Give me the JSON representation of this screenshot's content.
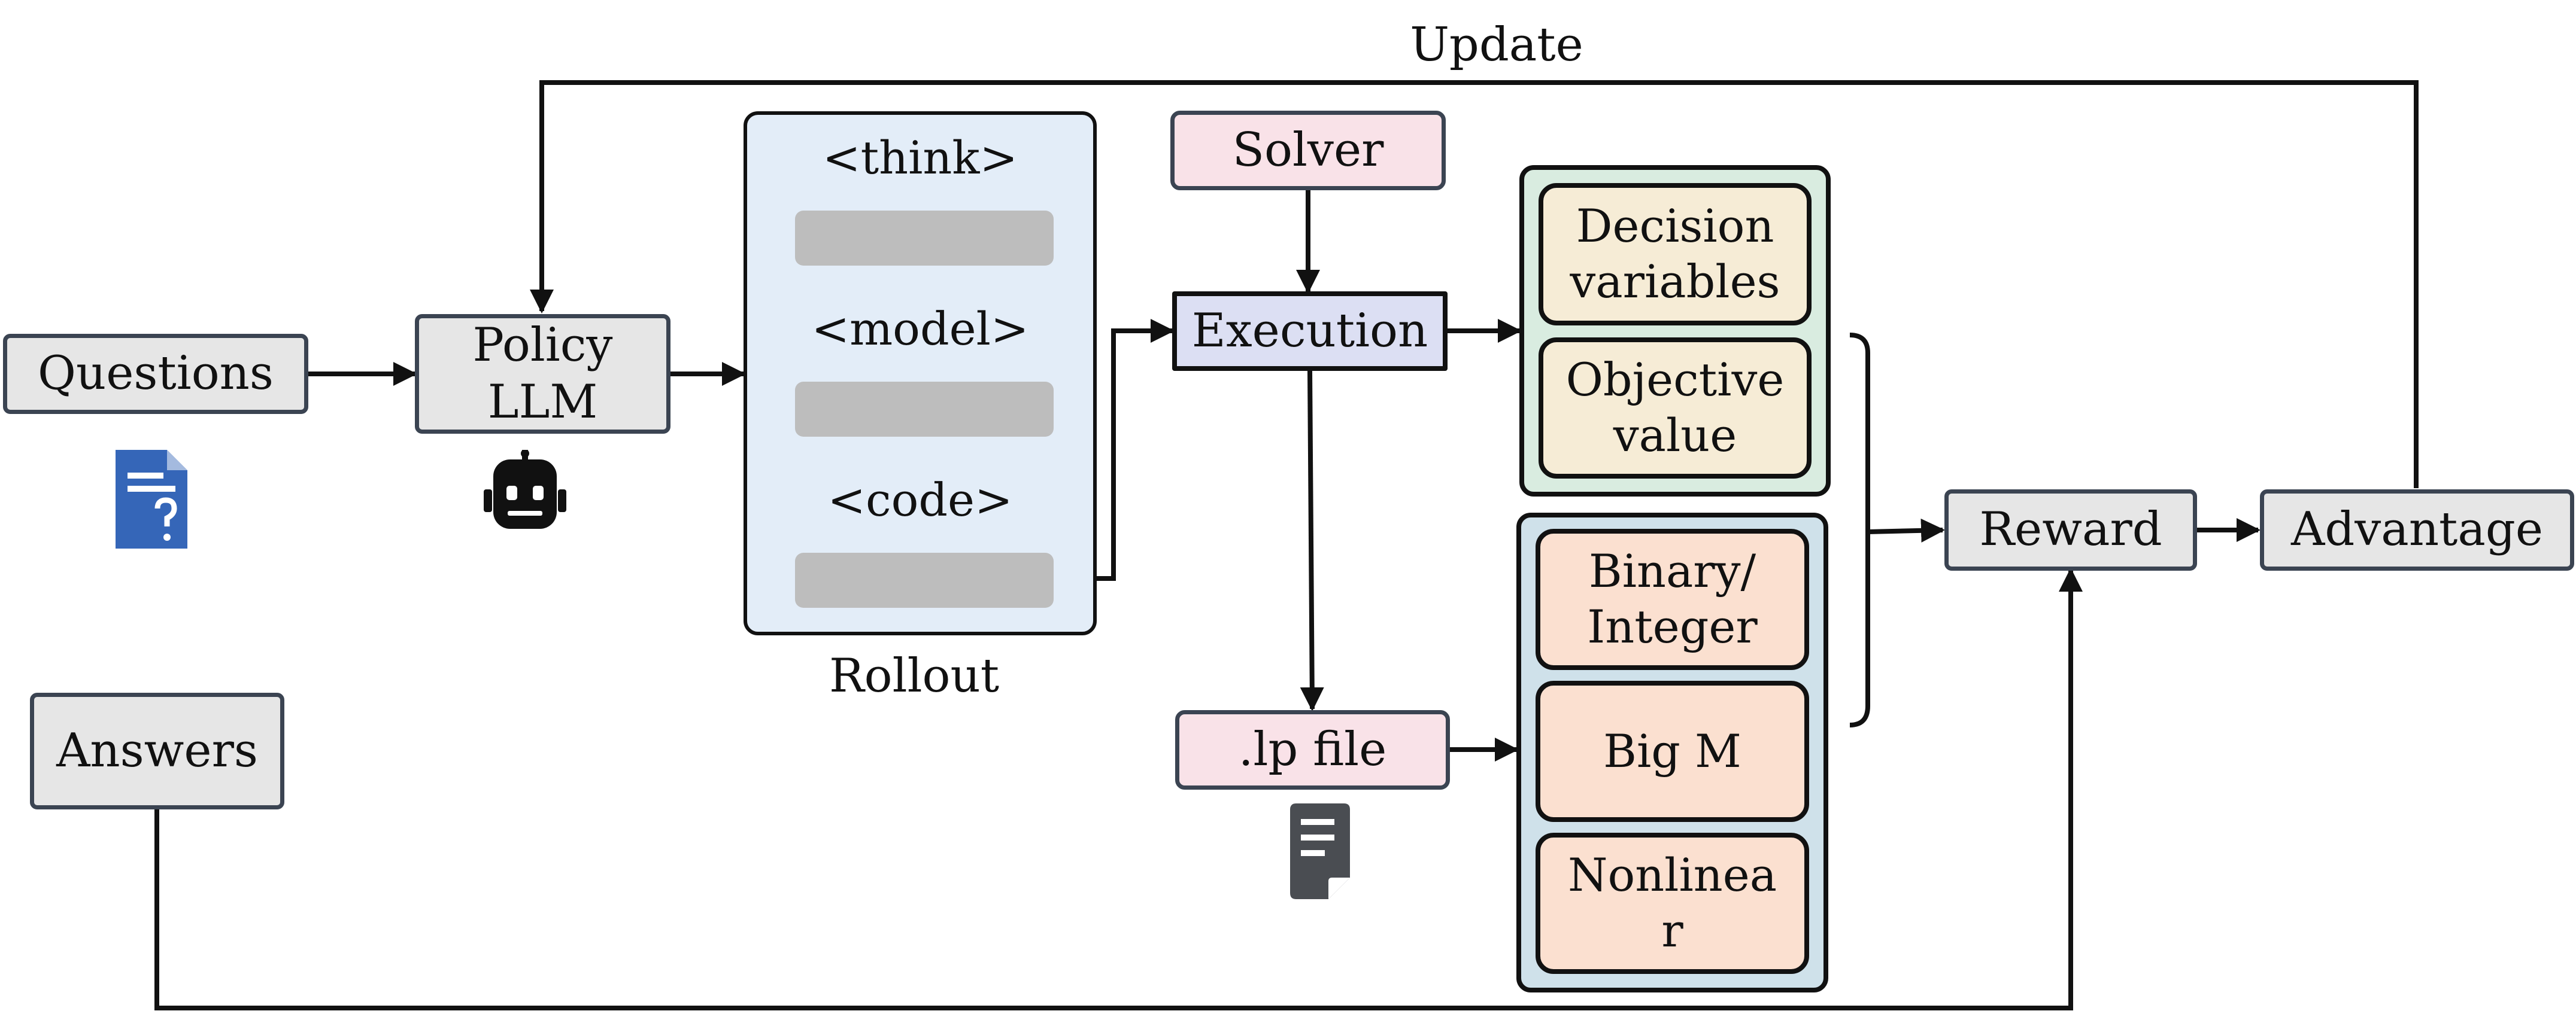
{
  "nodes": {
    "questions": "Questions",
    "policy": "Policy\nLLM",
    "answers": "Answers",
    "solver": "Solver",
    "execution": "Execution",
    "lp_file": ".lp file",
    "decision_variables": "Decision\nvariables",
    "objective_value": "Objective\nvalue",
    "binary_integer": "Binary/\nInteger",
    "big_m": "Big M",
    "nonlinear": "Nonlinea\nr",
    "reward": "Reward",
    "advantage": "Advantage"
  },
  "rollout": {
    "think": "<think>",
    "model": "<model>",
    "code": "<code>",
    "caption": "Rollout"
  },
  "update_label": "Update",
  "icons": [
    "question-document-icon",
    "robot-icon",
    "file-icon"
  ],
  "colors": {
    "gray_box": "#e6e6e6",
    "pink_box": "#f9e2e8",
    "execution_box": "#dcdff3",
    "rollout_panel": "#e3edf8",
    "output_group": "#d9ece0",
    "check_group": "#cfe1ea",
    "output_item": "#f6ecd6",
    "check_item": "#fbe0d0",
    "doc_icon": "#3566b8"
  }
}
